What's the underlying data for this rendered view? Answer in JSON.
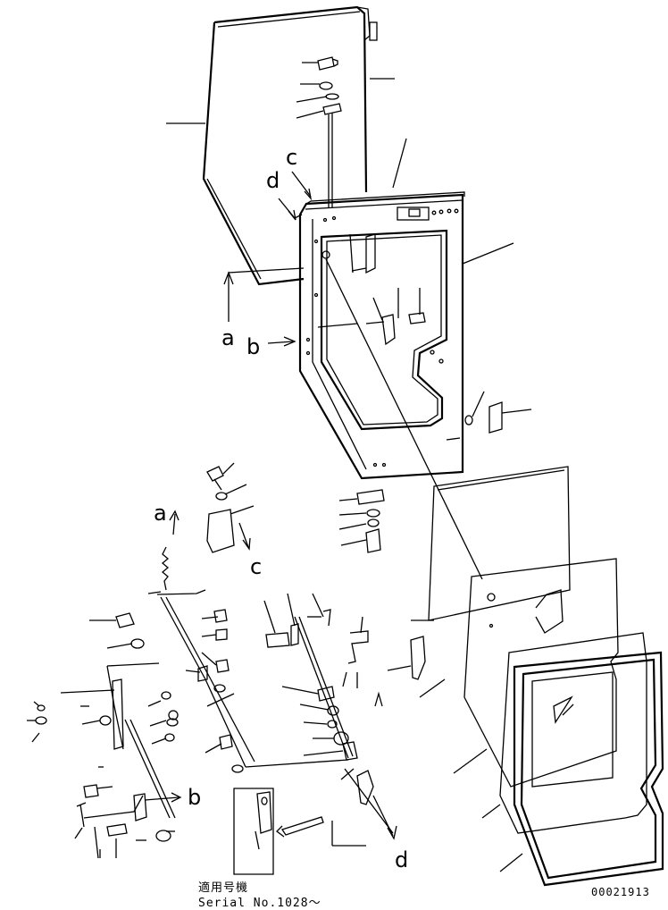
{
  "callout_letters": {
    "a_top": "a",
    "b_top": "b",
    "c_top": "c",
    "d_top": "d",
    "a_mid": "a",
    "b_low": "b",
    "c_mid": "c",
    "d_low": "d"
  },
  "applicability": {
    "label": "適用号機",
    "serial": "Serial No.1028～"
  },
  "drawing_number": "00021913"
}
